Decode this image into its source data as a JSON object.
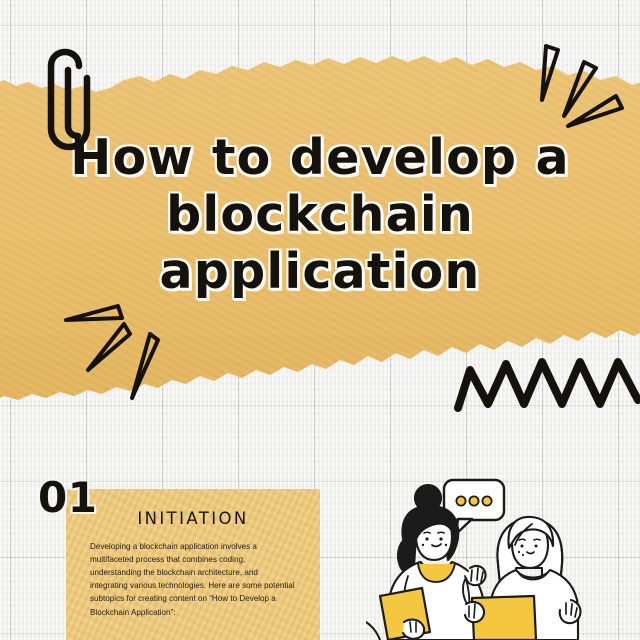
{
  "slide": {
    "title_lines": "How to develop a\nblockchain\napplication",
    "background_style": "grid-paper"
  },
  "colors": {
    "banner_yellow": "#e9be6b",
    "card_yellow": "#eec877",
    "accent_yellow": "#f5c63f",
    "ink_black": "#15120e",
    "paper_white": "#f1f1ef"
  },
  "decorations": {
    "paperclip": "paperclip-icon",
    "sparks_top_right": "spark-lines-icon",
    "sparks_bottom_left": "spark-lines-icon",
    "zigzag": "zigzag-line-icon"
  },
  "section": {
    "number": "01",
    "heading": "INITIATION",
    "body": "Developing a blockchain application involves a multifaceted process that combines coding, understanding the blockchain architecture, and integrating various technologies. Here are some potential subtopics for creating content on “How to Develop a Blockchain Application”:"
  },
  "illustration": {
    "name": "two-women-talking-illustration",
    "speech_bubble_dots": "●●●",
    "figures": [
      "woman-with-bun-holding-tablet",
      "woman-with-long-hair-holding-tablet"
    ]
  }
}
